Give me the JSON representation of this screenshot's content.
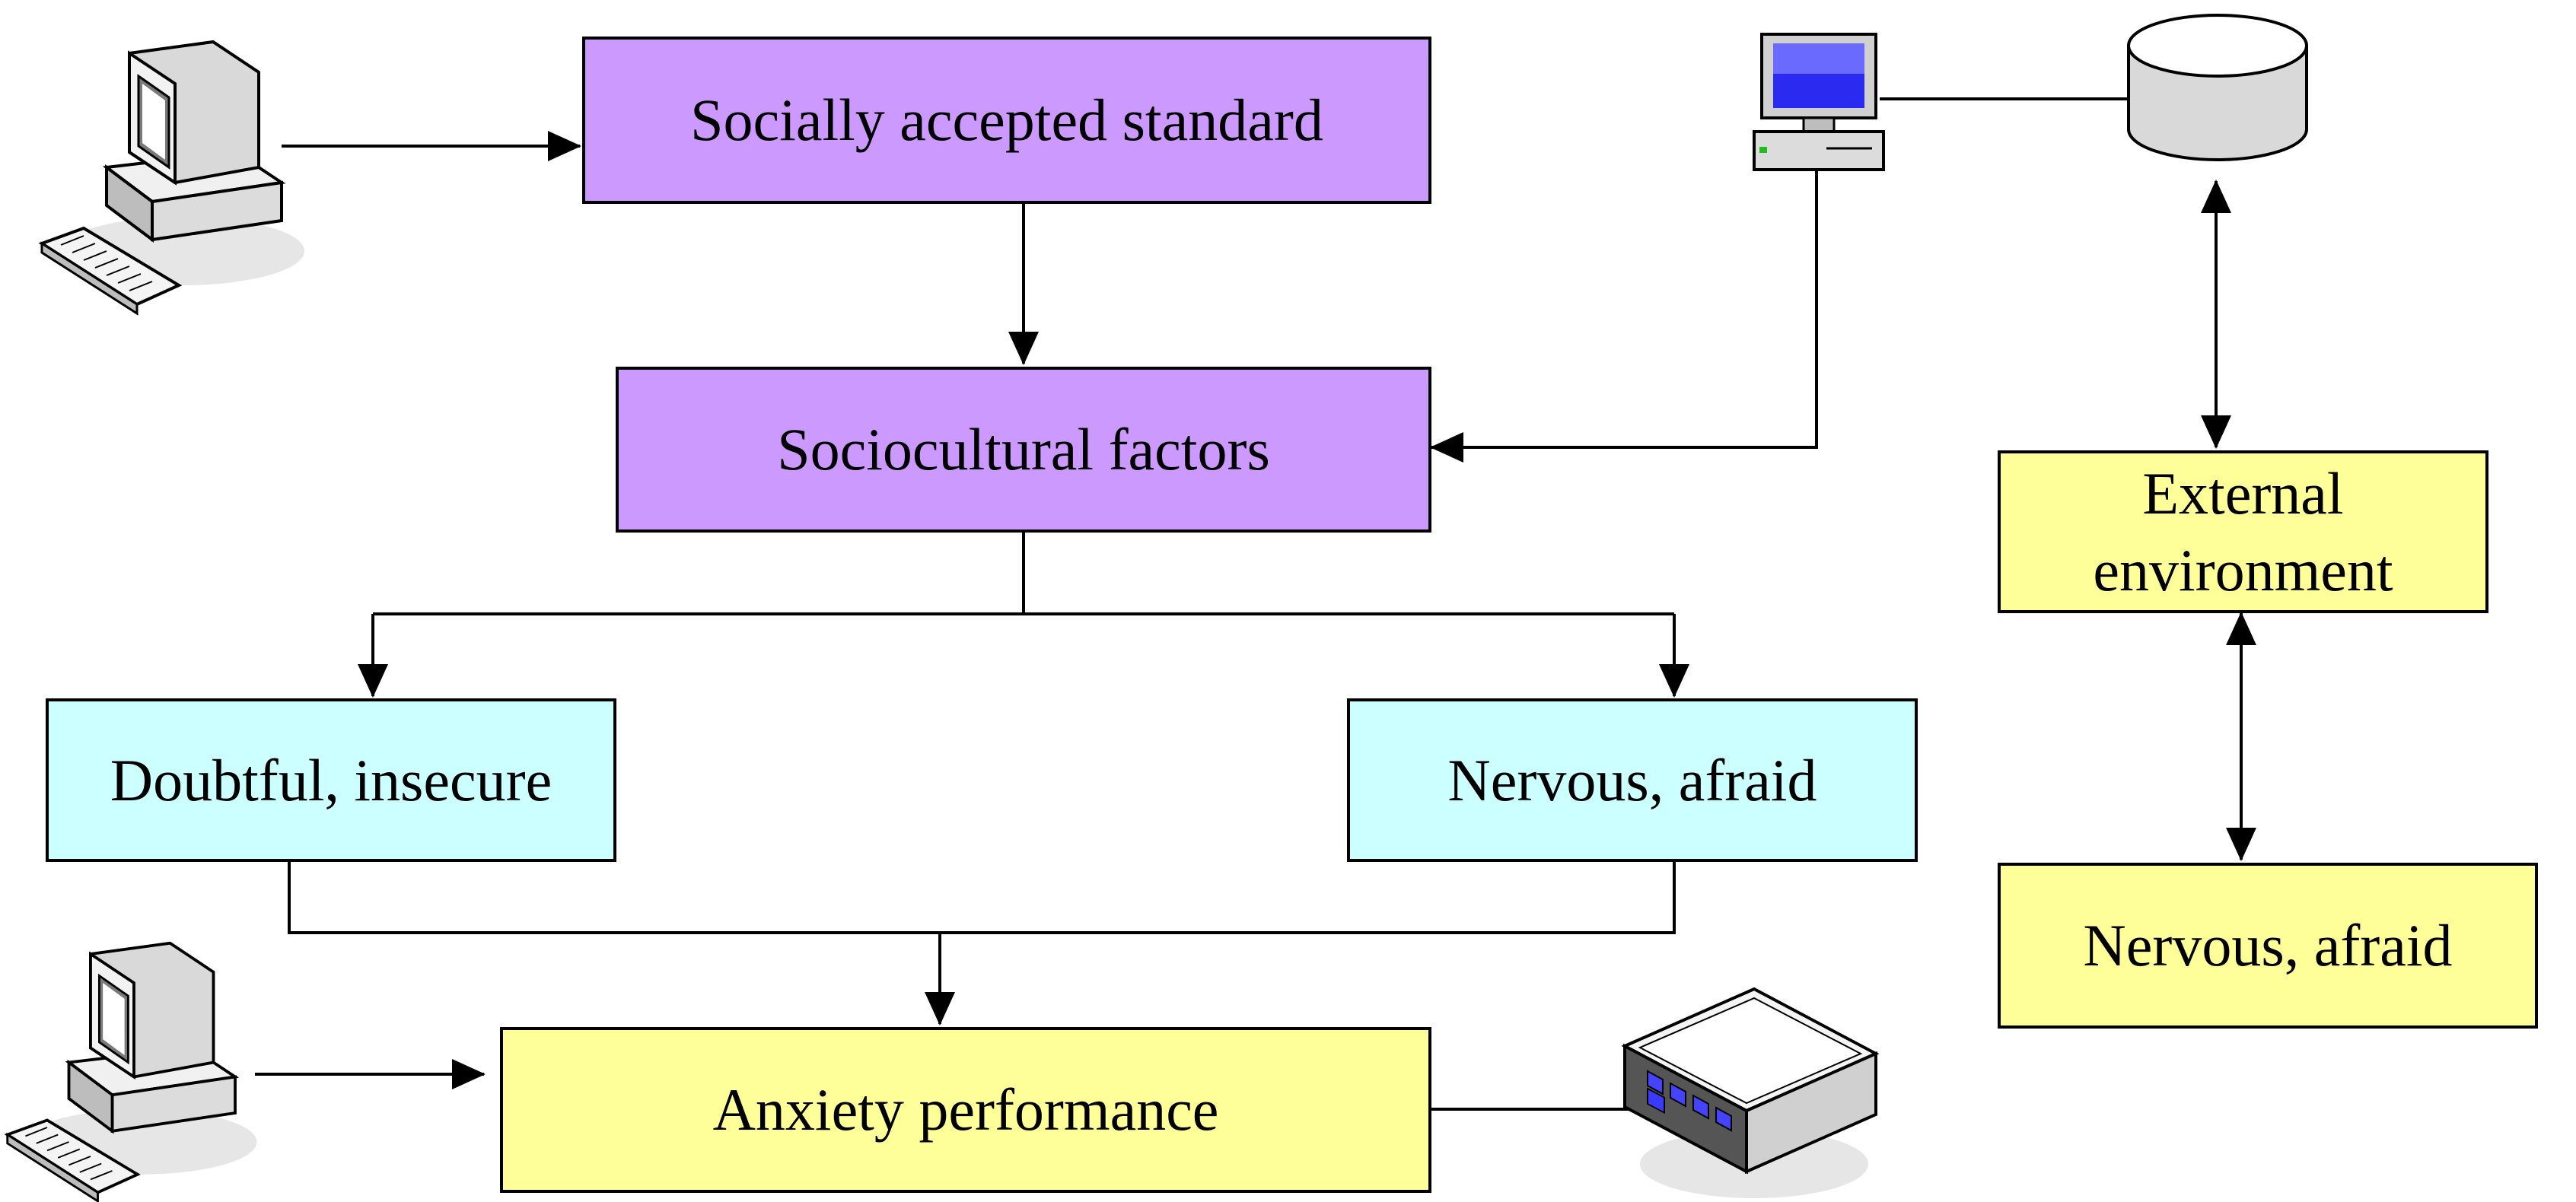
{
  "nodes": {
    "socially_accepted": "Socially accepted standard",
    "sociocultural": "Sociocultural factors",
    "doubtful": "Doubtful, insecure",
    "nervous_left": "Nervous, afraid",
    "anxiety": "Anxiety performance",
    "external_env": "External\nenvironment",
    "nervous_right": "Nervous, afraid"
  },
  "colors": {
    "purple": "#cc99ff",
    "cyan": "#ccffff",
    "yellow": "#ffff99"
  },
  "icons": [
    "desktop-computer-icon",
    "monitor-workstation-icon",
    "database-icon",
    "network-switch-icon"
  ]
}
